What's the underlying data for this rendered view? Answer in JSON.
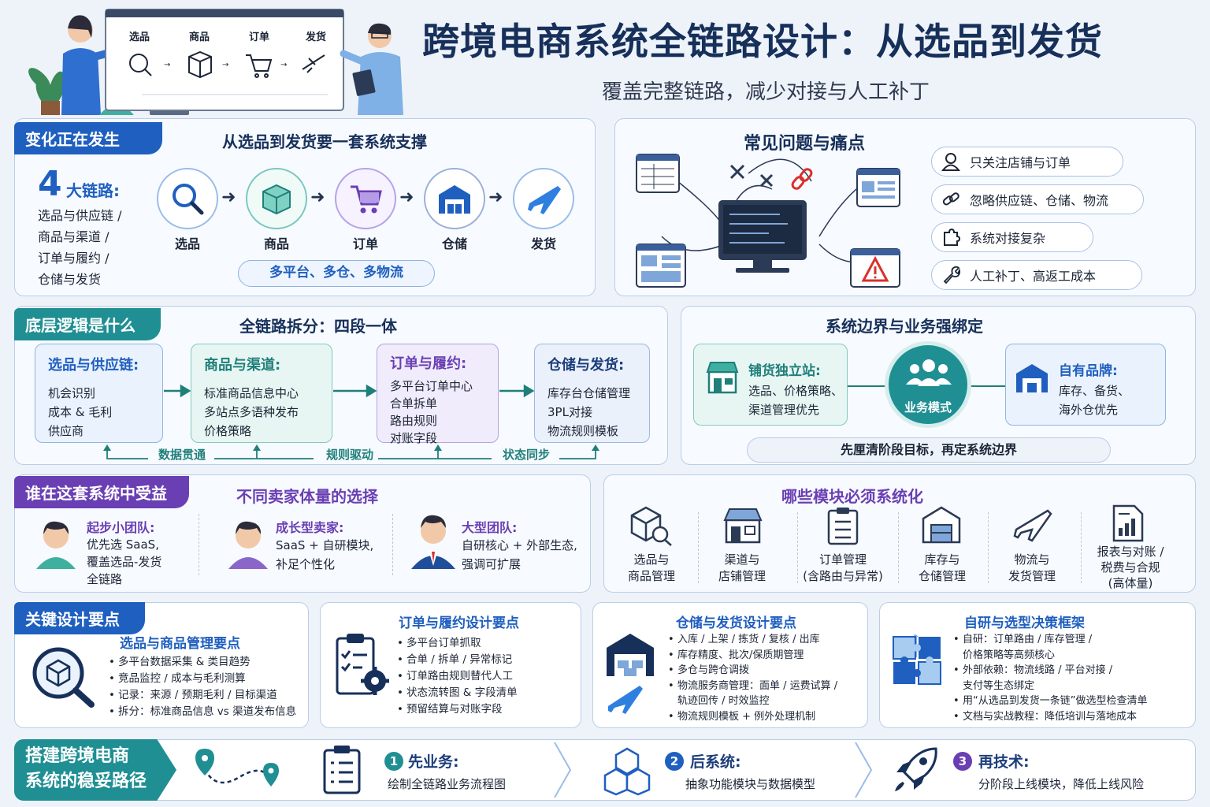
{
  "header": {
    "title": "跨境电商系统全链路设计：从选品到发货",
    "subtitle": "覆盖完整链路，减少对接与人工补丁",
    "board_steps": [
      "选品",
      "商品",
      "订单",
      "发货"
    ]
  },
  "change": {
    "tag": "变化正在发生",
    "title": "从选品到发货要一套系统支撑",
    "count": "4",
    "count_label": "大链路:",
    "chains": [
      "选品与供应链 /",
      "商品与渠道 /",
      "订单与履约 /",
      "仓储与发货"
    ],
    "flow": [
      "选品",
      "商品",
      "订单",
      "仓储",
      "发货"
    ],
    "pill": "多平台、多仓、多物流"
  },
  "pain": {
    "title": "常见问题与痛点",
    "items": [
      "只关注店铺与订单",
      "忽略供应链、仓储、物流",
      "系统对接复杂",
      "人工补丁、高返工成本"
    ]
  },
  "logic": {
    "tag": "底层逻辑是什么",
    "title": "全链路拆分：四段一体",
    "boxes": [
      {
        "title": "选品与供应链:",
        "lines": [
          "机会识别",
          "成本 & 毛利",
          "供应商"
        ]
      },
      {
        "title": "商品与渠道:",
        "lines": [
          "标准商品信息中心",
          "多站点多语种发布",
          "价格策略"
        ]
      },
      {
        "title": "订单与履约:",
        "lines": [
          "多平台订单中心",
          "合单拆单",
          "路由规则",
          "对账字段"
        ]
      },
      {
        "title": "仓储与发货:",
        "lines": [
          "库存台仓储管理",
          "3PL对接",
          "物流规则模板"
        ]
      }
    ],
    "sync": [
      "数据贯通",
      "规则驱动",
      "状态同步"
    ]
  },
  "boundary": {
    "title": "系统边界与业务强绑定",
    "left_title": "铺货独立站:",
    "left_lines": [
      "选品、价格策略、",
      "渠道管理优先"
    ],
    "center": "业务模式",
    "right_title": "自有品牌:",
    "right_lines": [
      "库存、备货、",
      "海外仓优先"
    ],
    "footer": "先厘清阶段目标，再定系统边界"
  },
  "sellers": {
    "tag": "谁在这套系统中受益",
    "title": "不同卖家体量的选择",
    "items": [
      {
        "title": "起步小团队:",
        "lines": [
          "优先选 SaaS,",
          "覆盖选品-发货",
          "全链路"
        ]
      },
      {
        "title": "成长型卖家:",
        "lines": [
          "SaaS + 自研模块,",
          "补足个性化"
        ]
      },
      {
        "title": "大型团队:",
        "lines": [
          "自研核心 + 外部生态,",
          "强调可扩展"
        ]
      }
    ]
  },
  "modules": {
    "title": "哪些模块必须系统化",
    "items": [
      {
        "lines": [
          "选品与",
          "商品管理"
        ]
      },
      {
        "lines": [
          "渠道与",
          "店铺管理"
        ]
      },
      {
        "lines": [
          "订单管理",
          "(含路由与异常)"
        ]
      },
      {
        "lines": [
          "库存与",
          "仓储管理"
        ]
      },
      {
        "lines": [
          "物流与",
          "发货管理"
        ]
      },
      {
        "lines": [
          "报表与对账 /",
          "税费与合规",
          "(高体量)"
        ]
      }
    ]
  },
  "keypoints": {
    "tag": "关键设计要点",
    "cards": [
      {
        "title": "选品与商品管理要点",
        "items": [
          "多平台数据采集 & 类目趋势",
          "竞品监控 / 成本与毛利测算",
          "记录：来源 / 预期毛利 / 目标渠道",
          "拆分：标准商品信息 vs 渠道发布信息"
        ]
      },
      {
        "title": "订单与履约设计要点",
        "items": [
          "多平台订单抓取",
          "合单 / 拆单 / 异常标记",
          "订单路由规则替代人工",
          "状态流转图 & 字段清单",
          "预留结算与对账字段"
        ]
      },
      {
        "title": "仓储与发货设计要点",
        "items": [
          "入库 / 上架 / 拣货 / 复核 / 出库",
          "库存精度、批次/保质期管理",
          "多仓与跨仓调拨",
          "物流服务商管理：面单 / 运费试算 /",
          "轨迹回传 / 时效监控",
          "物流规则模板 + 例外处理机制"
        ]
      },
      {
        "title": "自研与选型决策框架",
        "items": [
          "自研：订单路由 / 库存管理 /",
          "价格策略等高频核心",
          "外部依赖：物流线路 / 平台对接 /",
          "支付等生态绑定",
          "用“从选品到发货一条链”做选型检查清单",
          "文档与实战教程：降低培训与落地成本"
        ]
      }
    ]
  },
  "path": {
    "title_lines": [
      "搭建跨境电商",
      "系统的稳妥路径"
    ],
    "steps": [
      {
        "num": "1",
        "title": "先业务:",
        "desc": "绘制全链路业务流程图"
      },
      {
        "num": "2",
        "title": "后系统:",
        "desc": "抽象功能模块与数据模型"
      },
      {
        "num": "3",
        "title": "再技术:",
        "desc": "分阶段上线模块，降低上线风险"
      }
    ]
  },
  "colors": {
    "primary": "#1f5fbf",
    "teal": "#1f8f93",
    "purple": "#6a3fb3",
    "navy": "#17305a"
  }
}
